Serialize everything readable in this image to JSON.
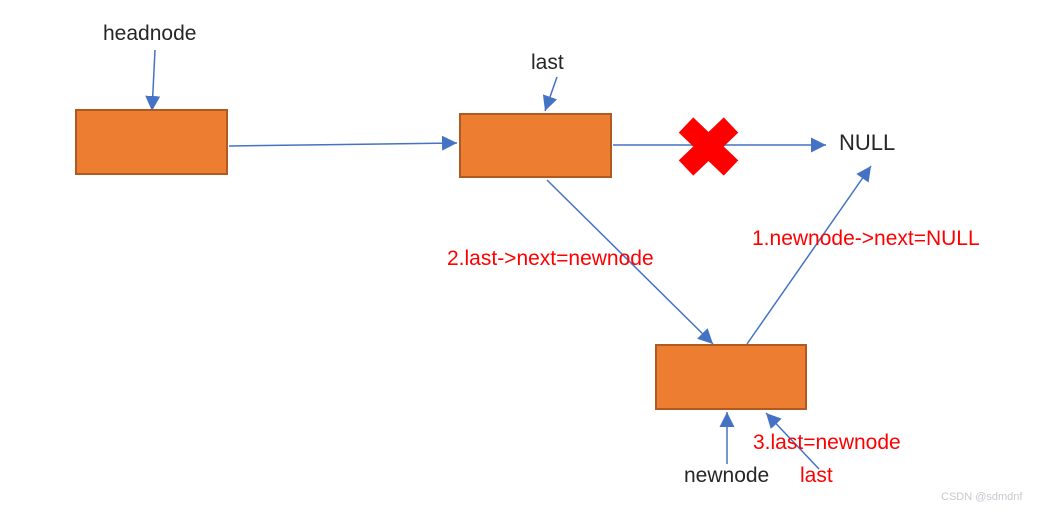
{
  "diagram": {
    "title_context": "singly linked list append-node diagram",
    "labels": {
      "headnode": "headnode",
      "last_top": "last",
      "null_terminator": "NULL",
      "newnode_bottom": "newnode",
      "last_bottom": "last"
    },
    "annotations": {
      "step1": "1.newnode->next=NULL",
      "step2": "2.last->next=newnode",
      "step3": "3.last=newnode"
    },
    "nodes": [
      {
        "name": "head-node-box"
      },
      {
        "name": "last-node-box"
      },
      {
        "name": "new-node-box"
      }
    ],
    "colors": {
      "node_fill": "#ED7D31",
      "node_border": "#AE5A21",
      "arrow_blue": "#4472C4",
      "annotation_red": "#FF0000",
      "cross_red": "#FF0000",
      "label_text": "#262626",
      "watermark_gray": "#C6C9D0"
    },
    "watermark": "CSDN @sdmdnf"
  }
}
